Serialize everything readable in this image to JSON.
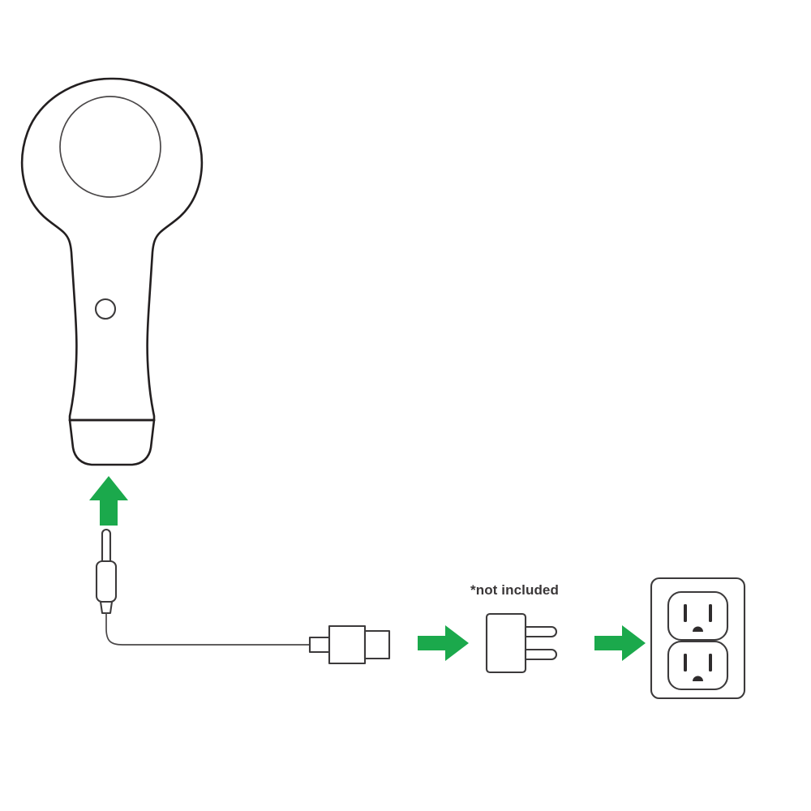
{
  "diagram": {
    "title": "Charging setup instructions",
    "background_color": "#ffffff",
    "line_color": "#231f20",
    "arrow_color": "#1ba94c",
    "text_color": "#3a3738",
    "steps": [
      {
        "order": 1,
        "name": "facial-cleansing-brush",
        "label": "Facial cleansing brush device",
        "parts": [
          "brush head ring",
          "tapered handle",
          "power button",
          "detachable charging base"
        ]
      },
      {
        "order": 2,
        "name": "charging-cable",
        "label": "Charging cable with pin connector and USB-A plug",
        "parts": [
          "magnetic pin connector",
          "barrel",
          "cable",
          "USB-A connector"
        ]
      },
      {
        "order": 3,
        "name": "power-adapter",
        "label": "USB power adapter",
        "note": "*not included",
        "parts": [
          "adapter body",
          "two flat prongs"
        ]
      },
      {
        "order": 4,
        "name": "wall-outlet",
        "label": "Duplex wall outlet",
        "parts": [
          "faceplate",
          "upper receptacle",
          "lower receptacle"
        ]
      }
    ],
    "arrows": [
      {
        "name": "arrow-cable-to-device",
        "direction": "up",
        "color": "#1ba94c"
      },
      {
        "name": "arrow-cable-to-adapter",
        "direction": "right",
        "color": "#1ba94c"
      },
      {
        "name": "arrow-adapter-to-outlet",
        "direction": "right",
        "color": "#1ba94c"
      }
    ],
    "annotations": {
      "adapter_note": "*not included"
    }
  }
}
